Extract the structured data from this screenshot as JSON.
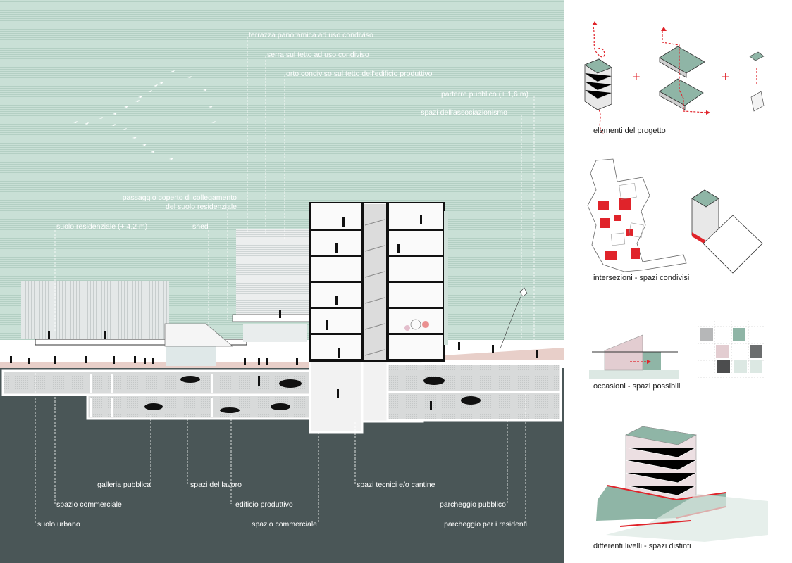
{
  "section": {
    "upper_labels": [
      {
        "id": "terrazza",
        "text": "terrazza panoramica ad uso condiviso"
      },
      {
        "id": "serra",
        "text": "serra sul tetto ad uso condiviso"
      },
      {
        "id": "orto",
        "text": "orto condiviso sul tetto dell'edificio produttivo"
      },
      {
        "id": "parterre",
        "text": "parterre pubblico (+ 1,6 m)"
      },
      {
        "id": "associazionismo",
        "text": "spazi dell'associazionismo"
      },
      {
        "id": "passaggio1",
        "text": "passaggio coperto di collegamento"
      },
      {
        "id": "passaggio2",
        "text": "del suolo residenziale"
      },
      {
        "id": "suolo_res",
        "text": "suolo residenziale (+ 4,2 m)"
      },
      {
        "id": "shed",
        "text": "shed"
      }
    ],
    "lower_labels": [
      {
        "id": "galleria",
        "text": "galleria pubblica"
      },
      {
        "id": "lavoro",
        "text": "spazi del  lavoro"
      },
      {
        "id": "spazio_comm1",
        "text": "spazio commerciale"
      },
      {
        "id": "edificio",
        "text": "edificio produttivo"
      },
      {
        "id": "suolo_urb",
        "text": "suolo urbano"
      },
      {
        "id": "spazio_comm2",
        "text": "spazio commerciale"
      },
      {
        "id": "tecnici",
        "text": "spazi tecnici e/o cantine"
      },
      {
        "id": "park_pub",
        "text": "parcheggio pubblico"
      },
      {
        "id": "park_res",
        "text": "parcheggio per i residenti"
      }
    ],
    "colors": {
      "sky": "#c4dcd1",
      "sky_line": "#aecbbf",
      "ground": "#4a5657",
      "pavement": "#e8cfc9",
      "accent_red": "#e0232a"
    }
  },
  "diagrams": {
    "captions": [
      "elementi del progetto",
      "intersezioni  -  spazi condivisi",
      "occasioni - spazi possibili",
      "differenti livelli - spazi distinti"
    ],
    "plus_sign": "+"
  }
}
